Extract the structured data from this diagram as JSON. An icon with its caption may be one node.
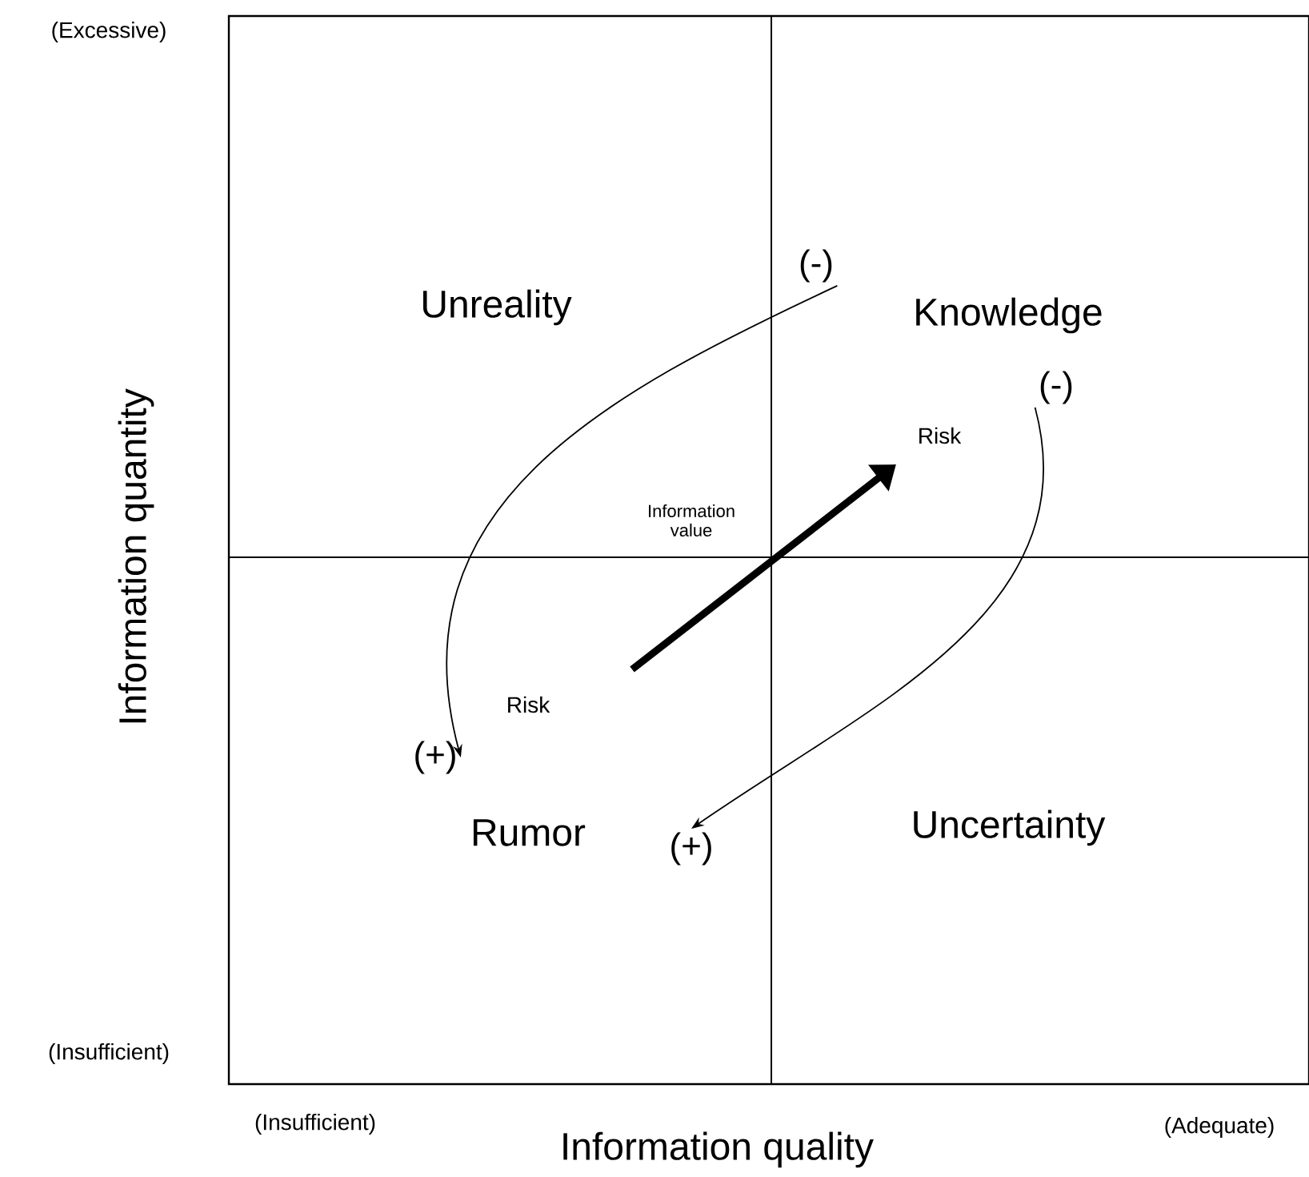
{
  "diagram": {
    "nodes": [
      {
        "text": [
          "(-)"
        ]
      },
      {
        "text": [
          "Knowledge"
        ]
      },
      {
        "text": [
          "(-)"
        ]
      },
      {
        "text": [
          "Unreality"
        ]
      },
      {
        "text": [
          "Rumor"
        ]
      },
      {
        "text": [
          "(+)"
        ]
      },
      {
        "text": [
          "(+)"
        ]
      },
      {
        "text": [
          "Uncertainty"
        ]
      }
    ],
    "edges": [
      {
        "from": 0,
        "to": 5,
        "arrow": "to"
      },
      {
        "from": 2,
        "to": 6,
        "arrow": "to"
      }
    ],
    "labels": [
      "(Excessive)",
      "Information quantity",
      "Information value",
      "Risk",
      "Risk",
      "(Insufficient)",
      "(Insufficient)",
      "(Adequate)",
      "Information quality"
    ]
  }
}
